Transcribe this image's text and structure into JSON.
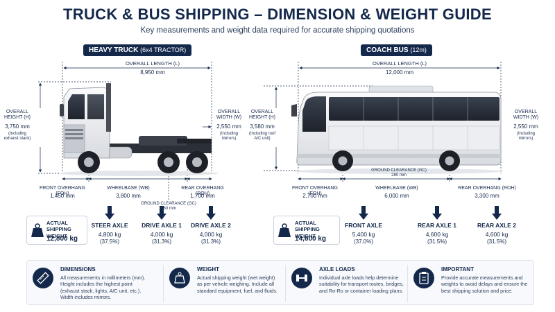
{
  "header": {
    "title": "TRUCK & BUS SHIPPING – DIMENSION & WEIGHT GUIDE",
    "subtitle": "Key measurements and weight data required for accurate shipping quotations"
  },
  "truck": {
    "label": "HEAVY TRUCK",
    "label_sub": "(6x4 TRACTOR)",
    "overall_length_label": "OVERALL LENGTH (L)",
    "overall_length_value": "8,950 mm",
    "height_label": "OVERALL HEIGHT (H)",
    "height_value": "3,750 mm",
    "height_note": "(Including exhaust stack)",
    "width_label": "OVERALL WIDTH (W)",
    "width_value": "2,550 mm",
    "width_note": "(Including mirrors)",
    "foh_label": "FRONT OVERHANG (FOH)",
    "foh_value": "1,450 mm",
    "wb_label": "WHEELBASE (WB)",
    "wb_value": "3,800 mm",
    "roh_label": "REAR OVERHANG (ROH)",
    "roh_value": "1,700 mm",
    "gc_label": "GROUND CLEARANCE (GC)",
    "gc_value": "260 mm",
    "weight_label": "ACTUAL SHIPPING WEIGHT",
    "weight_value": "12,800 kg",
    "axles": [
      {
        "name": "STEER AXLE",
        "value": "4,800 kg",
        "pct": "(37.5%)"
      },
      {
        "name": "DRIVE AXLE 1",
        "value": "4,000 kg",
        "pct": "(31.3%)"
      },
      {
        "name": "DRIVE AXLE 2",
        "value": "4,000 kg",
        "pct": "(31.3%)"
      }
    ]
  },
  "bus": {
    "label": "COACH BUS",
    "label_sub": "(12m)",
    "overall_length_label": "OVERALL LENGTH (L)",
    "overall_length_value": "12,000 mm",
    "height_label": "OVERALL HEIGHT (H)",
    "height_value": "3,580 mm",
    "height_note": "(Including roof A/C unit)",
    "width_label": "OVERALL WIDTH (W)",
    "width_value": "2,550 mm",
    "width_note": "(Including mirrors)",
    "foh_label": "FRONT OVERHANG (FOH)",
    "foh_value": "2,700 mm",
    "wb_label": "WHEELBASE (WB)",
    "wb_value": "6,000 mm",
    "roh_label": "REAR OVERHANG (ROH)",
    "roh_value": "3,300 mm",
    "gc_label": "GROUND CLEARANCE (GC)",
    "gc_value": "280 mm",
    "weight_label": "ACTUAL SHIPPING WEIGHT",
    "weight_value": "14,600 kg",
    "axles": [
      {
        "name": "FRONT AXLE",
        "value": "5,400 kg",
        "pct": "(37.0%)"
      },
      {
        "name": "REAR AXLE 1",
        "value": "4,600 kg",
        "pct": "(31.5%)"
      },
      {
        "name": "REAR AXLE 2",
        "value": "4,600 kg",
        "pct": "(31.5%)"
      }
    ]
  },
  "info": [
    {
      "icon": "ruler-icon",
      "title": "DIMENSIONS",
      "text": "All measurements in millimeters (mm). Height includes the highest point (exhaust stack, lights, A/C unit, etc.). Width includes mirrors."
    },
    {
      "icon": "scale-icon",
      "title": "WEIGHT",
      "text": "Actual shipping weight (wet weight) as per vehicle weighing. Include all standard equipment, fuel, and fluids."
    },
    {
      "icon": "dumbbell-icon",
      "title": "AXLE LOADS",
      "text": "Individual axle loads help determine suitability for transport routes, bridges, and Ro-Ro or container loading plans."
    },
    {
      "icon": "clipboard-icon",
      "title": "IMPORTANT",
      "text": "Provide accurate measurements and weights to avoid delays and ensure the best shipping solution and price."
    }
  ],
  "colors": {
    "navy": "#14284b",
    "truck_white": "#f2f3f5",
    "bus_white": "#e9ecef"
  }
}
